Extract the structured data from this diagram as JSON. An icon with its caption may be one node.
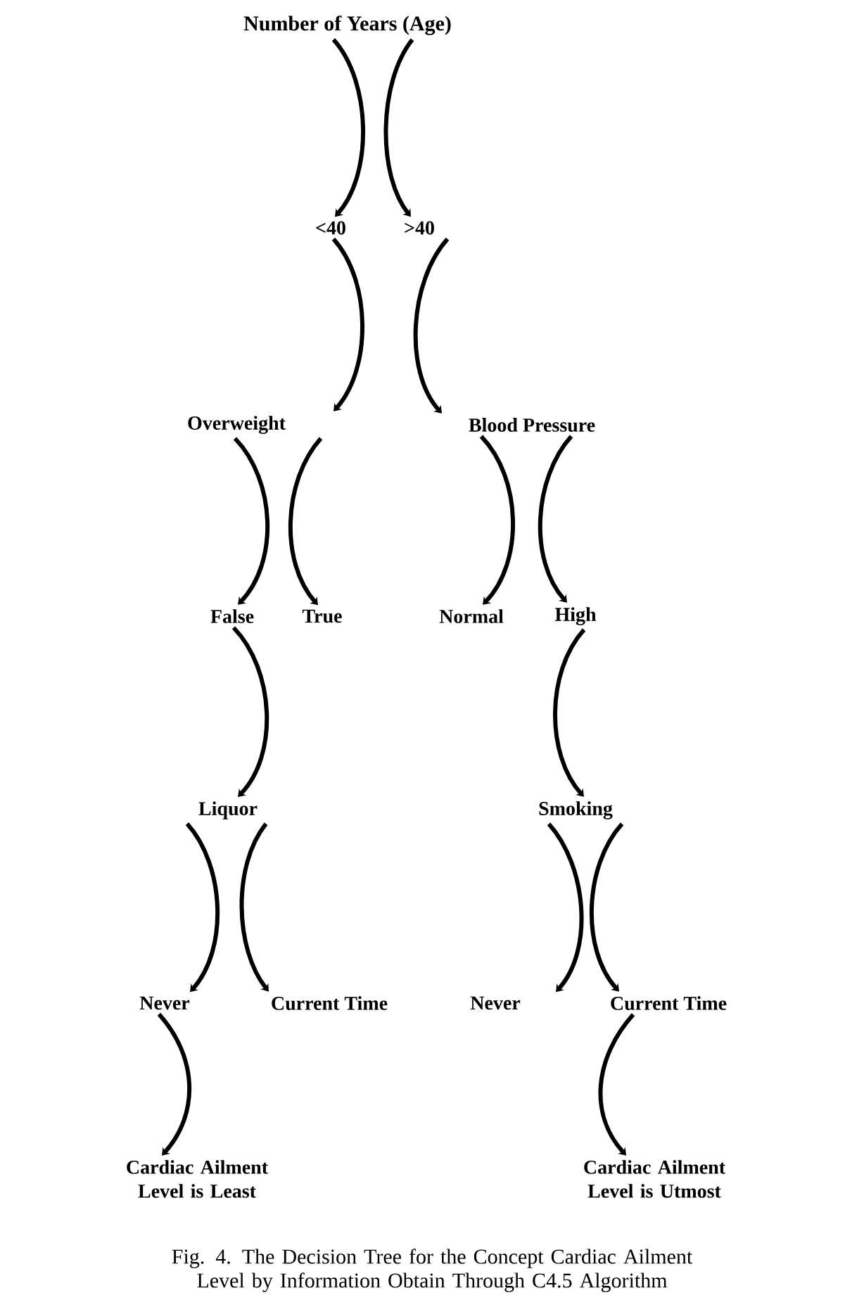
{
  "diagram": {
    "caption": "Fig. 4. The Decision Tree for the Concept Cardiac Ailment Level by Information Obtain Through C4.5 Algorithm",
    "nodes": [
      {
        "text": [
          "Number of Years (Age)"
        ]
      },
      {
        "text": [
          "<40"
        ]
      },
      {
        "text": [
          ">40"
        ]
      },
      {
        "text": [
          "Overweight"
        ]
      },
      {
        "text": [
          "Blood Pressure"
        ]
      },
      {
        "text": [
          "False"
        ]
      },
      {
        "text": [
          "True"
        ]
      },
      {
        "text": [
          "Normal"
        ]
      },
      {
        "text": [
          "High"
        ]
      },
      {
        "text": [
          "Liquor"
        ]
      },
      {
        "text": [
          "Smoking"
        ]
      },
      {
        "text": [
          "Never"
        ]
      },
      {
        "text": [
          "Current Time"
        ]
      },
      {
        "text": [
          "Never"
        ]
      },
      {
        "text": [
          "Current Time"
        ]
      },
      {
        "text": [
          "Cardiac Ailment Level is Least"
        ]
      },
      {
        "text": [
          "Cardiac Ailment Level is Utmost"
        ]
      }
    ],
    "edges": [
      {
        "from": 0,
        "to": 1,
        "arrow": "to"
      },
      {
        "from": 0,
        "to": 2,
        "arrow": "to"
      },
      {
        "from": 1,
        "to": 3,
        "arrow": "to"
      },
      {
        "from": 2,
        "to": 4,
        "arrow": "to"
      },
      {
        "from": 3,
        "to": 5,
        "arrow": "to"
      },
      {
        "from": 3,
        "to": 6,
        "arrow": "to"
      },
      {
        "from": 4,
        "to": 7,
        "arrow": "to"
      },
      {
        "from": 4,
        "to": 8,
        "arrow": "to"
      },
      {
        "from": 5,
        "to": 9,
        "arrow": "to"
      },
      {
        "from": 8,
        "to": 10,
        "arrow": "to"
      },
      {
        "from": 9,
        "to": 11,
        "arrow": "to"
      },
      {
        "from": 9,
        "to": 12,
        "arrow": "to"
      },
      {
        "from": 10,
        "to": 13,
        "arrow": "to"
      },
      {
        "from": 10,
        "to": 14,
        "arrow": "to"
      },
      {
        "from": 11,
        "to": 15,
        "arrow": "to"
      },
      {
        "from": 14,
        "to": 16,
        "arrow": "to"
      }
    ]
  }
}
